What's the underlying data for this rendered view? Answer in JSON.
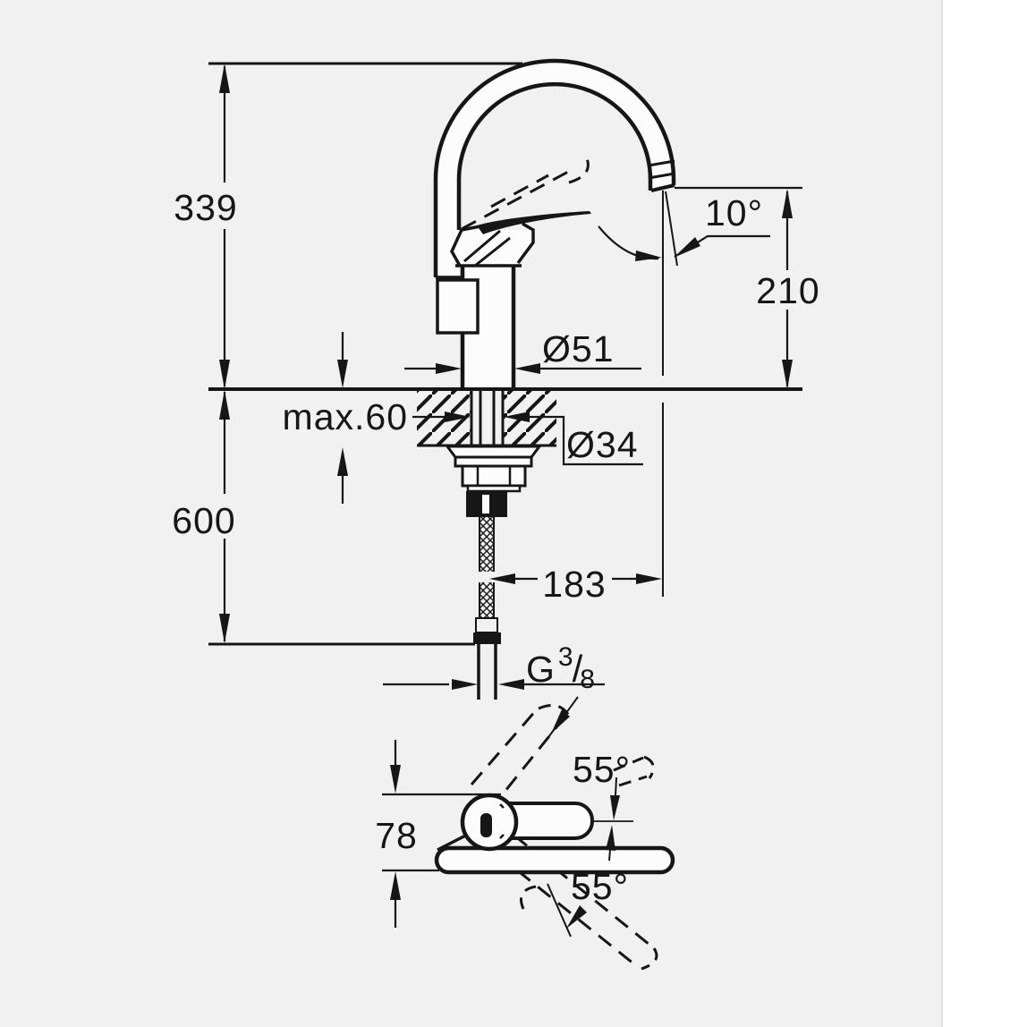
{
  "page": {
    "background": "#f1f1f2",
    "side_panel_color": "#ffffff"
  },
  "diagram": {
    "line_color": "#161616",
    "labels": {
      "height_total": "339",
      "height_below": "600",
      "spout_height": "210",
      "spout_angle": "10°",
      "body_diameter": "Ø51",
      "max_thickness": "max.60",
      "hole_diameter": "Ø34",
      "hose_offset": "183",
      "thread_prefix": "G",
      "thread_numerator": "3",
      "thread_slash": "/",
      "thread_denominator": "8",
      "handle_width": "78",
      "swing_upper": "55°",
      "swing_lower": "55°"
    }
  }
}
